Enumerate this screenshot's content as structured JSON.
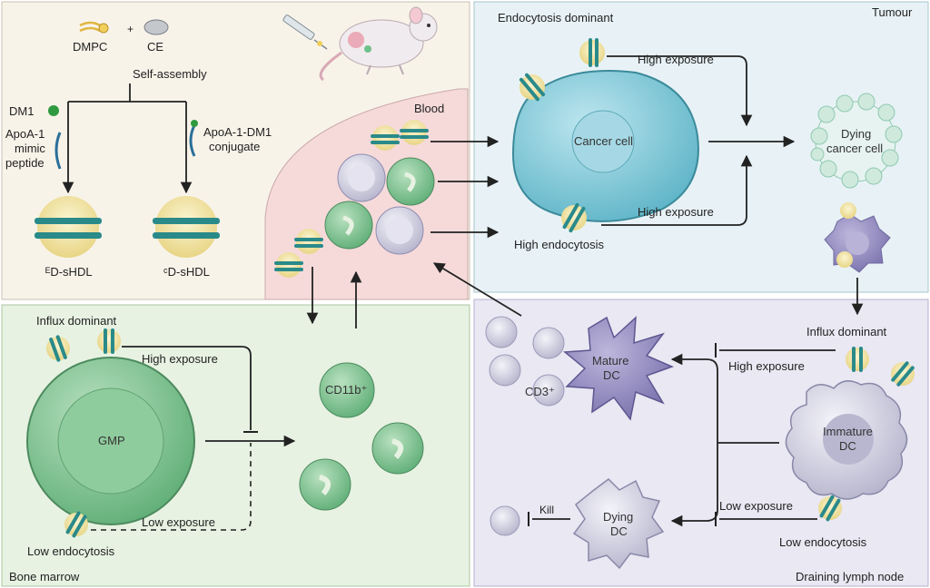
{
  "panels": {
    "top_left": {
      "dmpc": "DMPC",
      "plus": "+",
      "ce": "CE",
      "self_assembly": "Self-assembly",
      "dm1": "DM1",
      "apoa1_line1": "ApoA-1",
      "apoa1_line2": "mimic",
      "apoa1_line3": "peptide",
      "conj_line1": "ApoA-1-DM1",
      "conj_line2": "conjugate",
      "left_particle": "ᴱD-sHDL",
      "right_particle": "ᶜD-sHDL"
    },
    "blood": {
      "label": "Blood"
    },
    "tumour": {
      "label": "Tumour",
      "endocytosis_dominant": "Endocytosis dominant",
      "high_exposure_top": "High exposure",
      "high_exposure_bottom": "High exposure",
      "cancer_cell": "Cancer cell",
      "high_endocytosis": "High endocytosis",
      "dying_line1": "Dying",
      "dying_line2": "cancer cell"
    },
    "bone_marrow": {
      "label": "Bone marrow",
      "influx_dominant": "Influx dominant",
      "high_exposure": "High exposure",
      "gmp": "GMP",
      "low_exposure": "Low exposure",
      "low_endocytosis": "Low endocytosis",
      "cd11b": "CD11b⁺"
    },
    "lymph": {
      "label": "Draining lymph node",
      "influx_dominant": "Influx dominant",
      "high_exposure": "High exposure",
      "mature_line1": "Mature",
      "mature_line2": "DC",
      "cd3": "CD3⁺",
      "immature_line1": "Immature",
      "immature_line2": "DC",
      "low_exposure": "Low exposure",
      "kill": "Kill",
      "dying_line1": "Dying",
      "dying_line2": "DC",
      "low_endocytosis": "Low endocytosis"
    }
  },
  "colors": {
    "cream_panel": "#f8f3e9",
    "blood_panel": "#f6dada",
    "tumour_panel": "#e8f2f6",
    "bone_panel": "#e7f2e2",
    "lymph_panel": "#e9e8f3",
    "cancer_cell": "#7fc6d6",
    "green_cell": "#7cbf8e",
    "purple_cell": "#8c84b8",
    "grey_cell": "#c9c8dc",
    "particle_yellow": "#f2e6a6",
    "particle_band": "#2a8a8a"
  }
}
